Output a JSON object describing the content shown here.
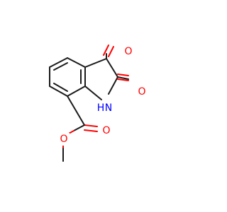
{
  "colors": {
    "carbon_bond": "#1a1a1a",
    "oxygen": "#ff0000",
    "nitrogen": "#0000ff"
  },
  "labels": {
    "o_top": "O",
    "o_right": "O",
    "nh": "H",
    "n_n": "N",
    "o_ester_carbonyl": "O",
    "o_ester_ether": "O"
  }
}
